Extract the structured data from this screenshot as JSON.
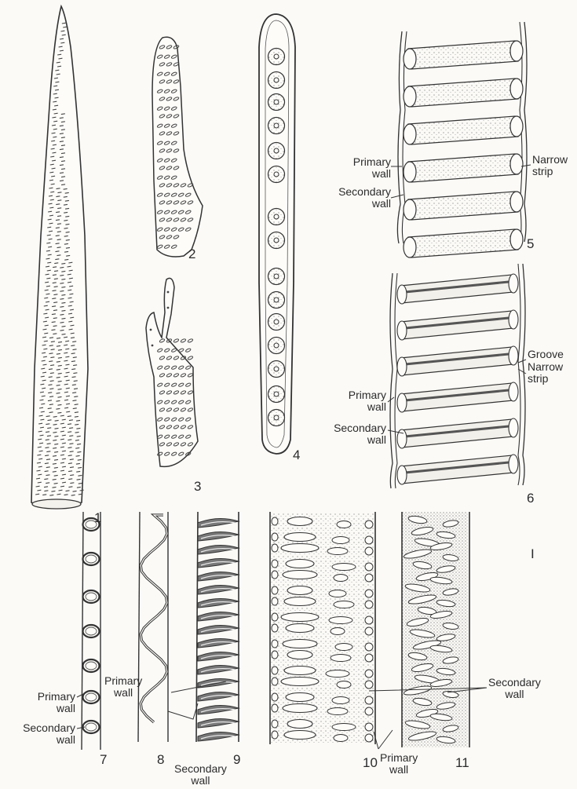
{
  "figure_numbers": {
    "n1": "1",
    "n2": "2",
    "n3": "3",
    "n4": "4",
    "n5": "5",
    "n6": "6",
    "n7": "7",
    "n8": "8",
    "n9": "9",
    "n10": "10",
    "n11": "11",
    "corner": "I"
  },
  "labels": {
    "f5_primary": "Primary\nwall",
    "f5_secondary": "Secondary\nwall",
    "f5_narrow": "Narrow\nstrip",
    "f6_groove": "Groove",
    "f6_narrow": "Narrow\nstrip",
    "f6_primary": "Primary\nwall",
    "f6_secondary": "Secondary\nwall",
    "f7_primary": "Primary\nwall",
    "f7_secondary": "Secondary\nwall",
    "f89_primary": "Primary\nwall",
    "f89_secondary": "Secondary\nwall",
    "f10_primary": "Primary\nwall",
    "f11_secondary": "Secondary\nwall"
  }
}
